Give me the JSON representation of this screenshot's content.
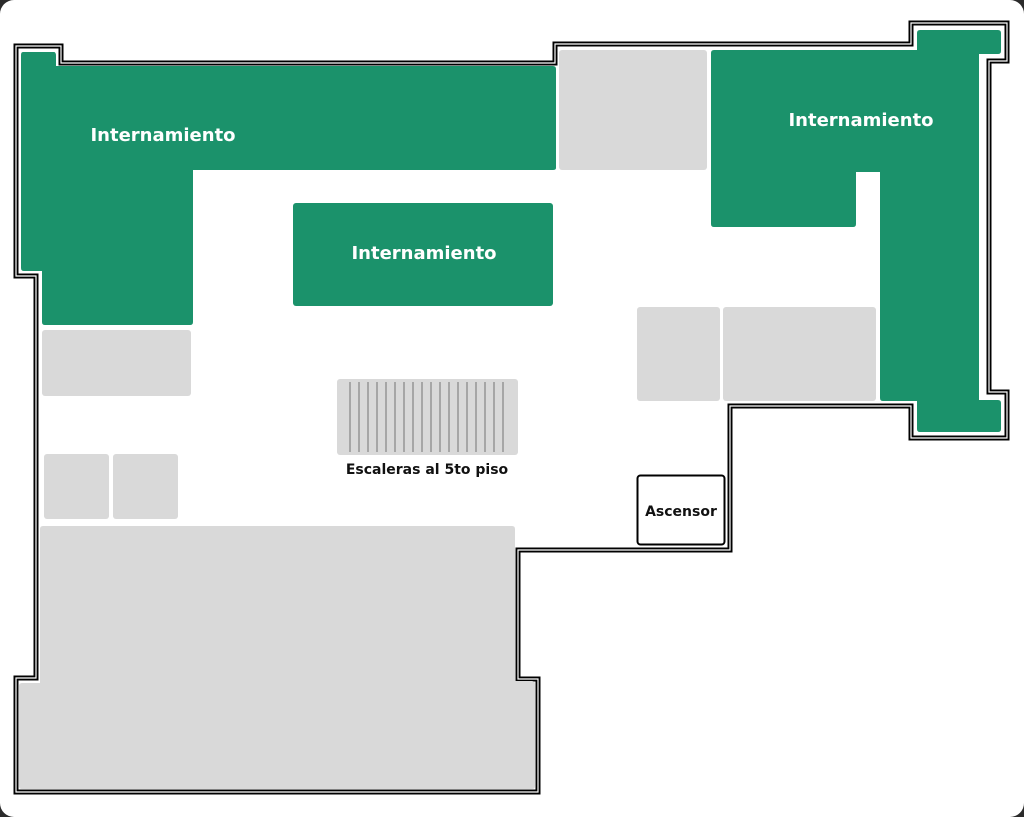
{
  "colors": {
    "ward": "#1b926b",
    "room": "#d9d9d9",
    "wall": "#000000",
    "stair_line": "#8a8a8a"
  },
  "rooms": {
    "ward_top_left": "Internamiento",
    "ward_center": "Internamiento",
    "ward_right": "Internamiento"
  },
  "stairs": {
    "label": "Escaleras al 5to piso",
    "steps": 18
  },
  "elevator": {
    "label": "Ascensor"
  }
}
